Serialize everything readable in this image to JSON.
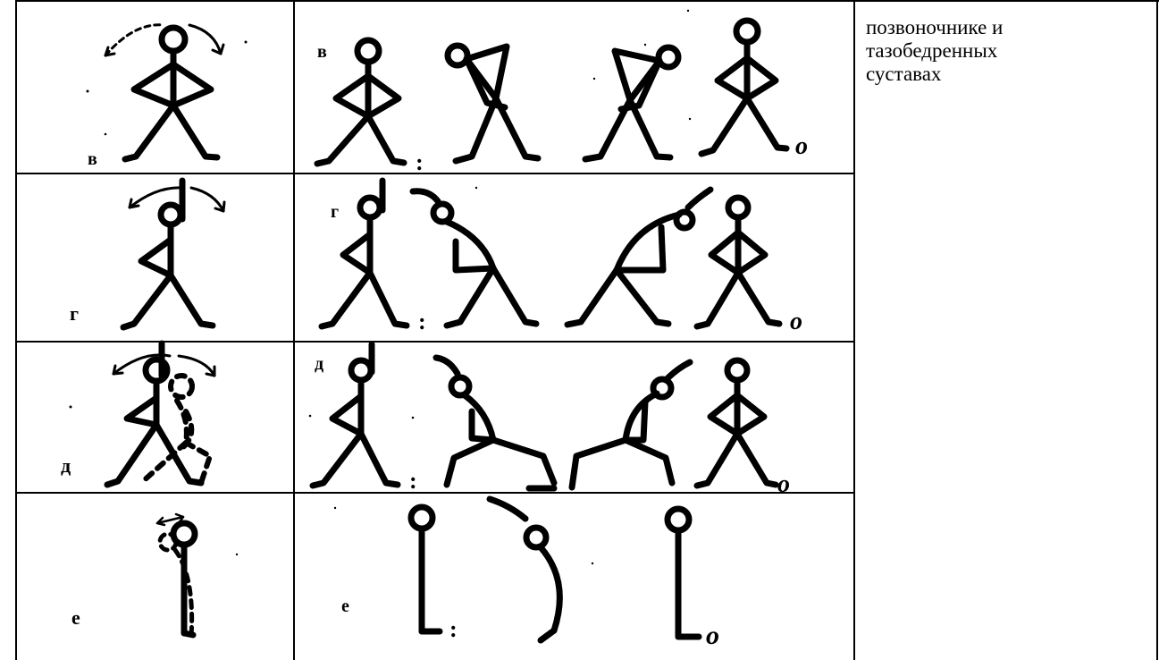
{
  "description": {
    "lines": [
      "позвоночнике и",
      "тазобедренных",
      "суставах"
    ]
  },
  "rows": [
    {
      "start_label": "в",
      "sequence_label": "в",
      "pause_mark": ":",
      "end_mark": "о"
    },
    {
      "start_label": "г",
      "sequence_label": "г",
      "pause_mark": ":",
      "end_mark": "о"
    },
    {
      "start_label": "д",
      "sequence_label": "д",
      "pause_mark": ":",
      "end_mark": "о"
    },
    {
      "start_label": "е",
      "sequence_label": "е",
      "pause_mark": ":",
      "end_mark": "о"
    }
  ]
}
